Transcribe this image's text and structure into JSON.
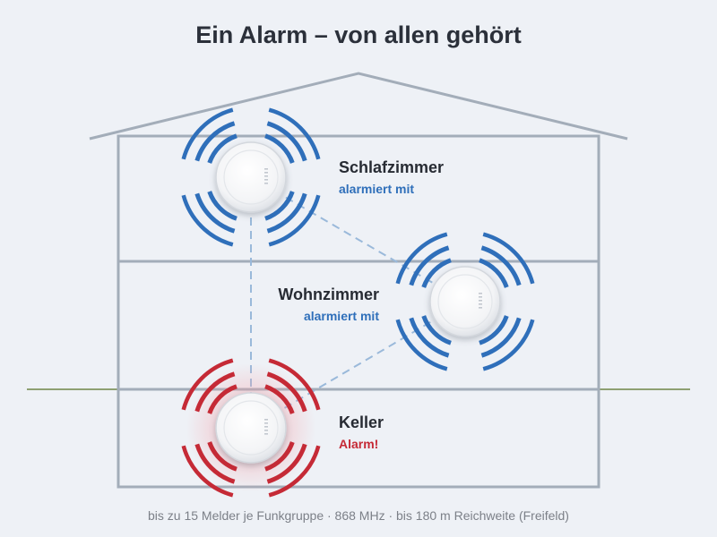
{
  "title": "Ein Alarm – von allen gehört",
  "footnote": "bis zu 15 Melder je Funkgruppe · 868 MHz · bis 180 m Reichweite (Freifeld)",
  "colors": {
    "background": "#eef1f6",
    "house_line": "#a3adb9",
    "ground_line": "#8ea072",
    "link_line": "#9ab9da",
    "wave_blue": "#2f6fba",
    "wave_red": "#c52a36",
    "status_blue": "#2f6fba",
    "status_red": "#c52a36"
  },
  "rooms": [
    {
      "name": "Schlafzimmer",
      "status": "alarmiert mit",
      "state": "relay"
    },
    {
      "name": "Wohnzimmer",
      "status": "alarmiert mit",
      "state": "relay"
    },
    {
      "name": "Keller",
      "status": "Alarm!",
      "state": "alarm"
    }
  ]
}
